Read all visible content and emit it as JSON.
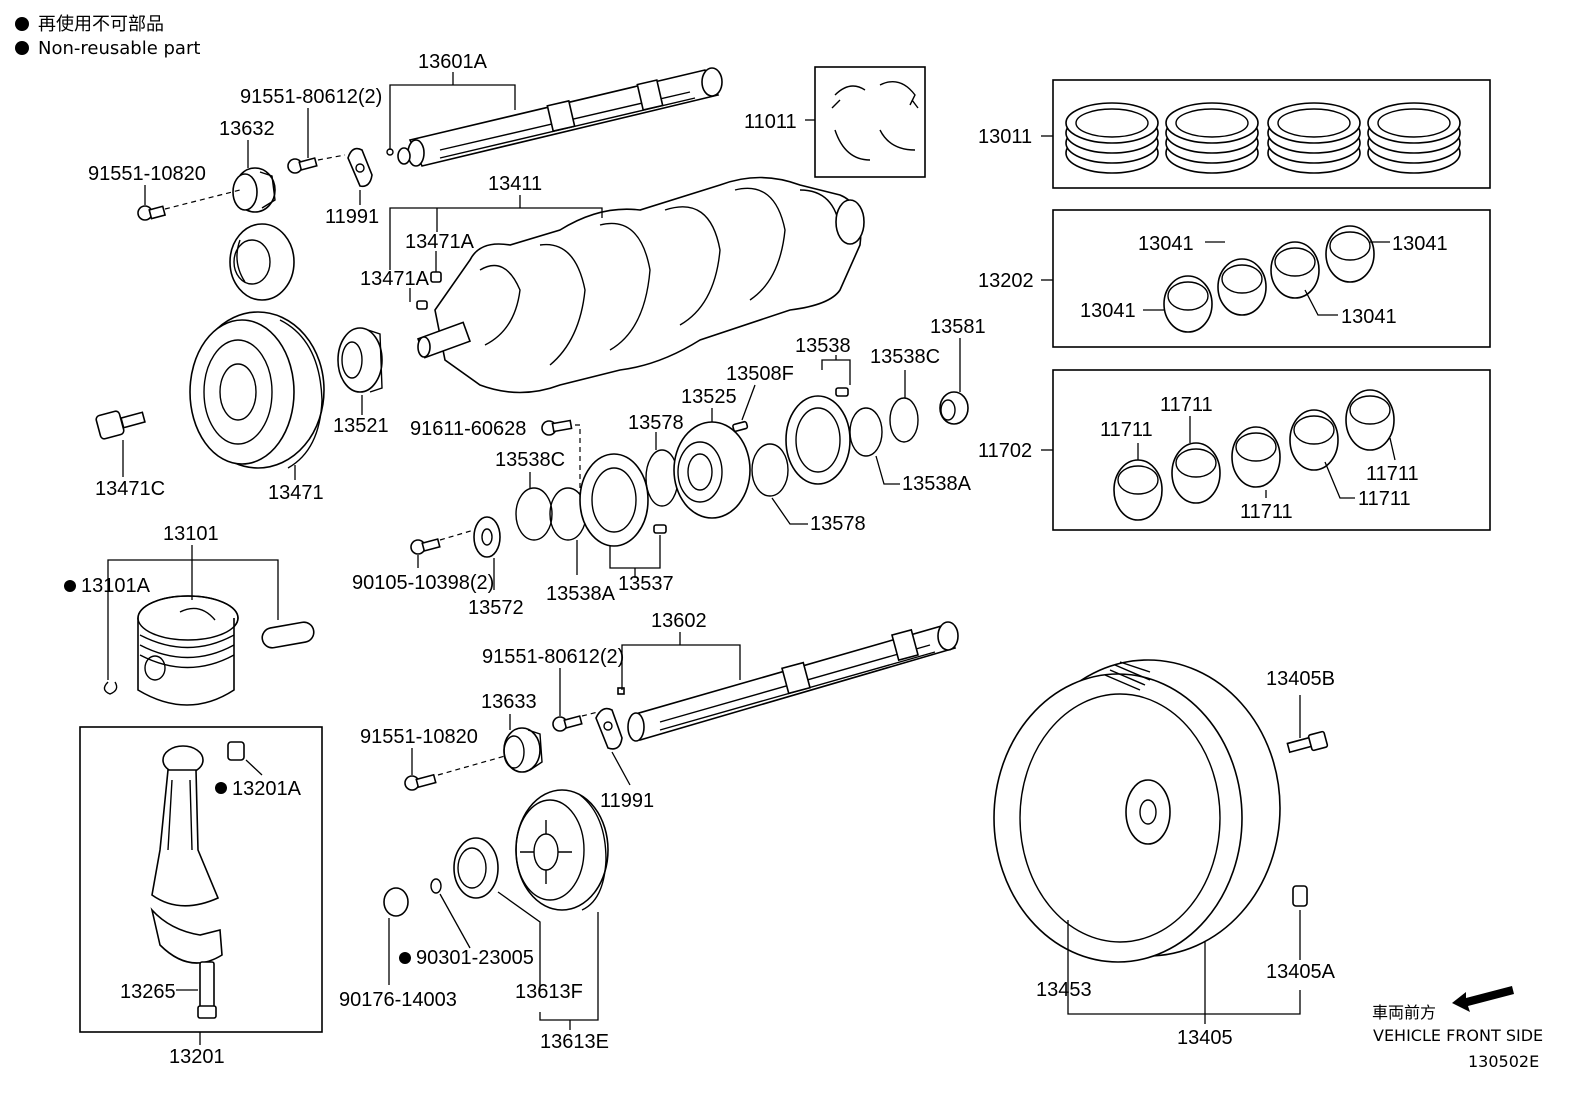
{
  "legend": {
    "jp": "再使用不可部品",
    "en": "Non-reusable part"
  },
  "labels": {
    "p13601A": "13601A",
    "p91551_80612_top": "91551-80612(2)",
    "p13632": "13632",
    "p91551_10820_top": "91551-10820",
    "p11991_top": "11991",
    "p11011": "11011",
    "p13011": "13011",
    "p13411": "13411",
    "p13471A_1": "13471A",
    "p13471A_2": "13471A",
    "p13202": "13202",
    "p13041_tl": "13041",
    "p13041_tr": "13041",
    "p13041_bl": "13041",
    "p13041_br": "13041",
    "p13581": "13581",
    "p13538": "13538",
    "p13538C_r": "13538C",
    "p13508F": "13508F",
    "p13525": "13525",
    "p13521": "13521",
    "p91611_60628": "91611-60628",
    "p13578_top": "13578",
    "p13538C_l": "13538C",
    "p13471C": "13471C",
    "p13471": "13471",
    "p11702": "11702",
    "p11711_a": "11711",
    "p11711_b": "11711",
    "p11711_c": "11711",
    "p11711_d": "11711",
    "p11711_e": "11711",
    "p13538A_r": "13538A",
    "p13578_bot": "13578",
    "p13101": "13101",
    "p13101A": "13101A",
    "p90105_10398": "90105-10398(2)",
    "p13572": "13572",
    "p13538A_l": "13538A",
    "p13537": "13537",
    "p13602": "13602",
    "p91551_80612_bot": "91551-80612(2)",
    "p13633": "13633",
    "p91551_10820_bot": "91551-10820",
    "p11991_bot": "11991",
    "p13201A": "13201A",
    "p13405B": "13405B",
    "p90301_23005": "90301-23005",
    "p90176_14003": "90176-14003",
    "p13613F": "13613F",
    "p13613E": "13613E",
    "p13265": "13265",
    "p13201": "13201",
    "p13453": "13453",
    "p13405A": "13405A",
    "p13405": "13405"
  },
  "front_side": {
    "jp": "車両前方",
    "en": "VEHICLE FRONT SIDE"
  },
  "diagram_code": "130502E"
}
